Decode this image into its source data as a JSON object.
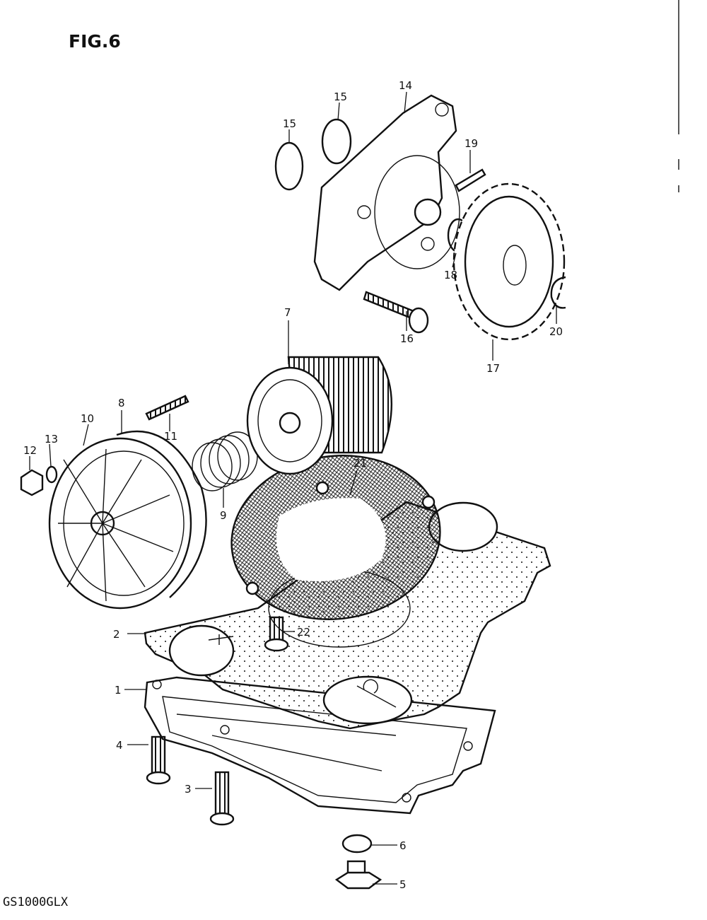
{
  "figure": {
    "title": "FIG.6",
    "model": "GS1000GLX"
  },
  "callouts": [
    {
      "id": "1",
      "text": "1"
    },
    {
      "id": "2",
      "text": "2"
    },
    {
      "id": "3",
      "text": "3"
    },
    {
      "id": "4",
      "text": "4"
    },
    {
      "id": "5",
      "text": "5"
    },
    {
      "id": "6",
      "text": "6"
    },
    {
      "id": "7",
      "text": "7"
    },
    {
      "id": "8",
      "text": "8"
    },
    {
      "id": "9",
      "text": "9"
    },
    {
      "id": "10",
      "text": "10"
    },
    {
      "id": "11",
      "text": "11"
    },
    {
      "id": "12",
      "text": "12"
    },
    {
      "id": "13",
      "text": "13"
    },
    {
      "id": "14",
      "text": "14"
    },
    {
      "id": "15a",
      "text": "15"
    },
    {
      "id": "15b",
      "text": "15"
    },
    {
      "id": "16",
      "text": "16"
    },
    {
      "id": "17",
      "text": "17"
    },
    {
      "id": "18",
      "text": "18"
    },
    {
      "id": "19",
      "text": "19"
    },
    {
      "id": "20",
      "text": "20"
    },
    {
      "id": "21",
      "text": "21"
    },
    {
      "id": "22",
      "text": "22"
    }
  ]
}
